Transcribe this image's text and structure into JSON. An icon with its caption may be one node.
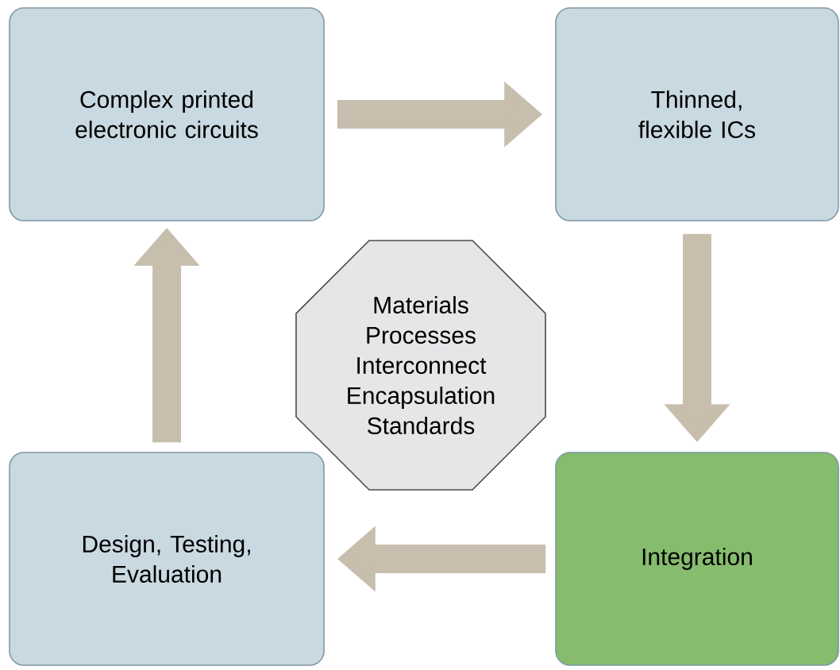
{
  "diagram": {
    "nodes": [
      {
        "text": [
          "Complex printed electronic circuits"
        ]
      },
      {
        "text": [
          "Thinned, flexible ICs"
        ]
      },
      {
        "text": [
          "Integration"
        ]
      },
      {
        "text": [
          "Design, Testing, Evaluation"
        ]
      },
      {
        "text": [
          "Materials Processes Interconnect Encapsulation Standards"
        ]
      }
    ],
    "edges": [
      {
        "from": 0,
        "to": 1,
        "arrow": "to"
      },
      {
        "from": 1,
        "to": 2,
        "arrow": "to"
      },
      {
        "from": 2,
        "to": 3,
        "arrow": "to"
      },
      {
        "from": 3,
        "to": 0,
        "arrow": "to"
      }
    ]
  }
}
